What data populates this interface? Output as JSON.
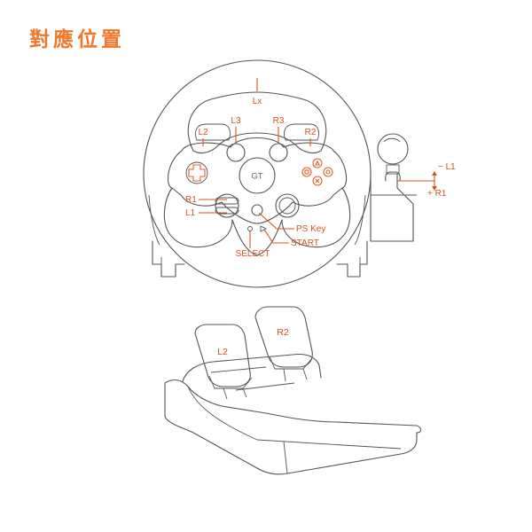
{
  "title": "對應位置",
  "wheel": {
    "center_label": "GT",
    "labels": {
      "lx": "Lx",
      "l3": "L3",
      "r3": "R3",
      "l2": "L2",
      "r2": "R2",
      "r1": "R1",
      "l1": "L1",
      "ps_key": "PS Key",
      "start": "START",
      "select": "SELECT"
    }
  },
  "shifter": {
    "minus_l1": "− L1",
    "plus_r1": "+ R1"
  },
  "pedals": {
    "left_label": "L2",
    "right_label": "R2"
  },
  "colors": {
    "title": "#f0782d",
    "callout": "#d9531e",
    "outline": "#555555"
  }
}
